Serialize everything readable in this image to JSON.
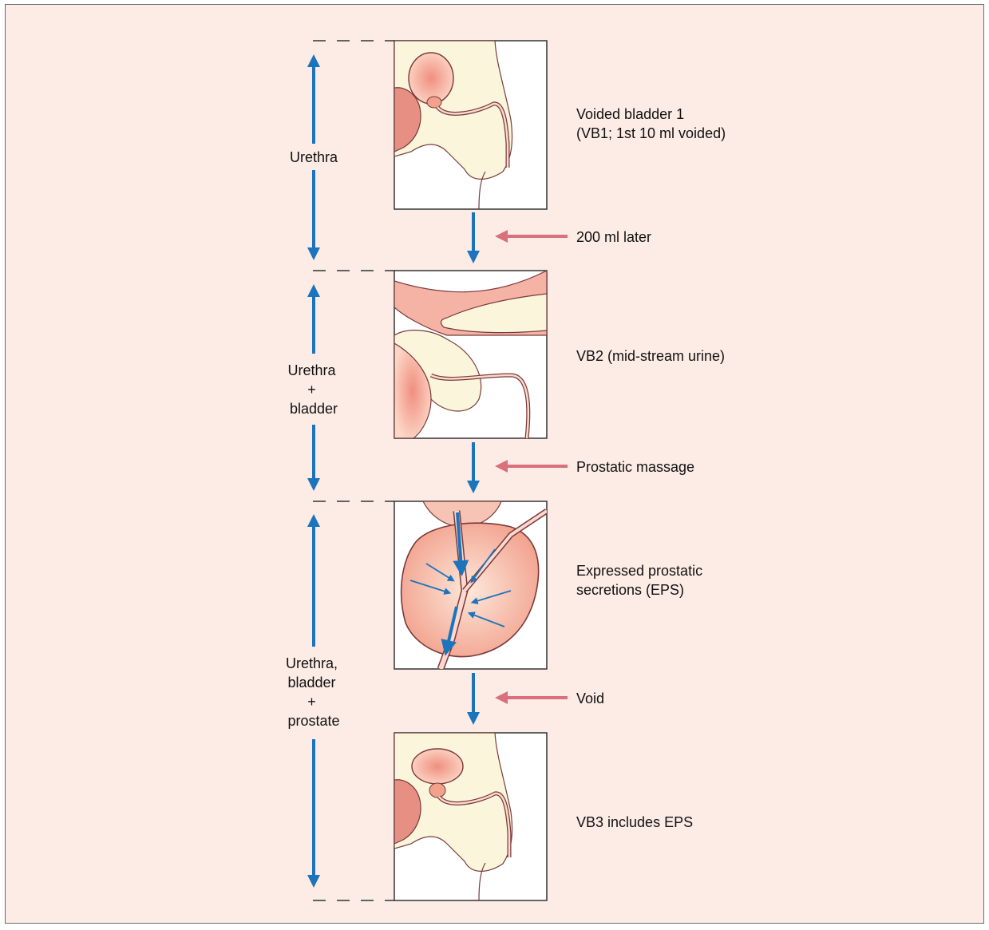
{
  "colors": {
    "background": "#fdece6",
    "flow_arrow": "#1b74bc",
    "step_arrow": "#d9707c",
    "tissue": "#f3a996",
    "organ_fill": "#f5b7a8",
    "skin": "#fbf5dc",
    "outline": "#7a3a3a"
  },
  "range_labels": [
    {
      "lines": [
        "Urethra"
      ]
    },
    {
      "lines": [
        "Urethra",
        "+",
        "bladder"
      ]
    },
    {
      "lines": [
        "Urethra,",
        "bladder",
        "+",
        "prostate"
      ]
    }
  ],
  "panels": [
    {
      "caption": [
        "Voided bladder 1",
        "(VB1; 1st 10 ml voided)"
      ],
      "illustration": "pelvis-sagittal-icon"
    },
    {
      "caption": [
        "VB2 (mid-stream urine)"
      ],
      "illustration": "bladder-closeup-icon"
    },
    {
      "caption": [
        "Expressed prostatic",
        "secretions (EPS)"
      ],
      "illustration": "prostate-massage-icon"
    },
    {
      "caption": [
        "VB3 includes EPS"
      ],
      "illustration": "pelvis-sagittal-icon"
    }
  ],
  "steps": [
    {
      "label": "200 ml later"
    },
    {
      "label": "Prostatic massage"
    },
    {
      "label": "Void"
    }
  ]
}
